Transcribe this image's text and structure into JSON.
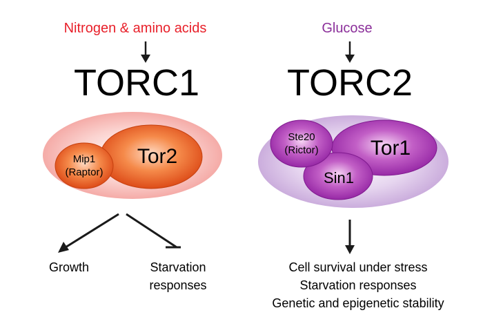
{
  "torc1": {
    "input": "Nitrogen & amino acids",
    "title": "TORC1",
    "subunit_large": "Tor2",
    "subunit_small_line1": "Mip1",
    "subunit_small_line2": "(Raptor)",
    "output_activated": "Growth",
    "output_inhibited_line1": "Starvation",
    "output_inhibited_line2": "responses"
  },
  "torc2": {
    "input": "Glucose",
    "title": "TORC2",
    "subunit_large": "Tor1",
    "subunit_a_line1": "Ste20",
    "subunit_a_line2": "(Rictor)",
    "subunit_b": "Sin1",
    "outputs": [
      "Cell survival under stress",
      "Starvation responses",
      "Genetic and epigenetic stability"
    ]
  },
  "colors": {
    "torc1_input": "#e8202a",
    "torc2_input": "#8b2f9a",
    "text": "#000000",
    "torc1_halo": "#f6a9a6",
    "torc1_subunit": "#e8541f",
    "torc2_halo": "#c9a9dc",
    "torc2_subunit": "#a233b0"
  }
}
